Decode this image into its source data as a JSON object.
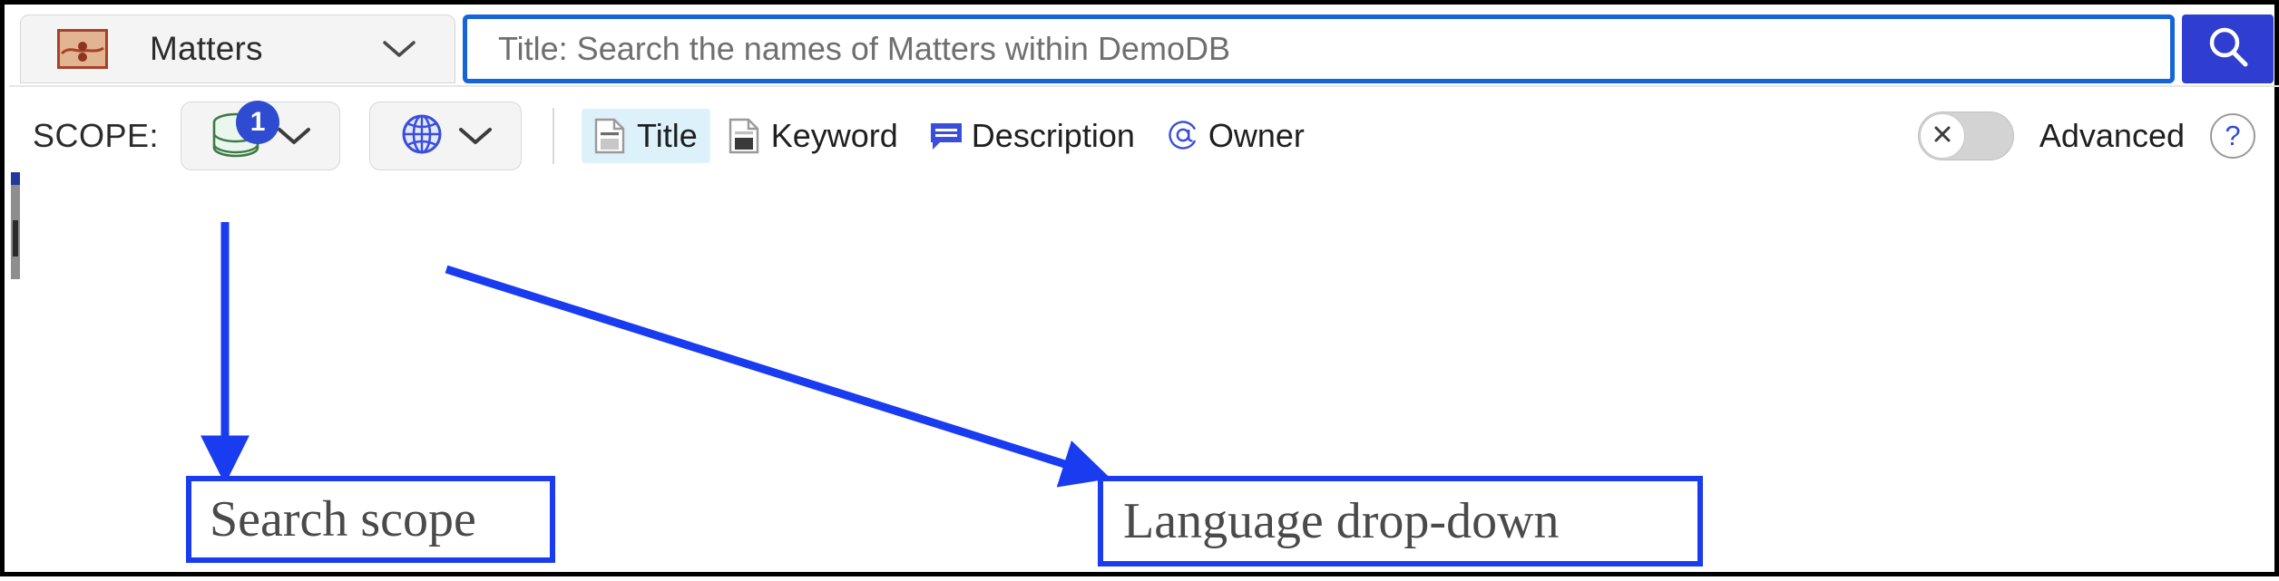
{
  "header": {
    "type_selector": {
      "icon": "matters-icon",
      "label": "Matters",
      "chevron": "chevron-down-icon"
    },
    "search": {
      "placeholder": "Title: Search the names of Matters within DemoDB",
      "value": "",
      "button_icon": "search-icon",
      "button_color": "#2f3ed0",
      "border_color": "#1565d8"
    }
  },
  "scope_bar": {
    "label": "SCOPE:",
    "database_dropdown": {
      "icon": "database-icon",
      "badge": "1",
      "badge_color": "#2f4cd0",
      "chevron": "chevron-down-icon"
    },
    "language_dropdown": {
      "icon": "globe-icon",
      "icon_color": "#3b4ddb",
      "chevron": "chevron-down-icon"
    },
    "facets": [
      {
        "label": "Title",
        "icon": "document-title-icon",
        "selected": true
      },
      {
        "label": "Keyword",
        "icon": "document-keyword-icon",
        "selected": false
      },
      {
        "label": "Description",
        "icon": "comment-icon",
        "selected": false
      },
      {
        "label": "Owner",
        "icon": "at-sign-icon",
        "selected": false
      }
    ],
    "advanced": {
      "label": "Advanced",
      "enabled": false,
      "knob_icon": "close-x-icon"
    },
    "help": {
      "icon": "question-mark-icon",
      "glyph": "?"
    }
  },
  "annotations": {
    "color": "#1a3cf0",
    "items": [
      {
        "label": "Search scope"
      },
      {
        "label": "Language drop-down"
      }
    ]
  }
}
